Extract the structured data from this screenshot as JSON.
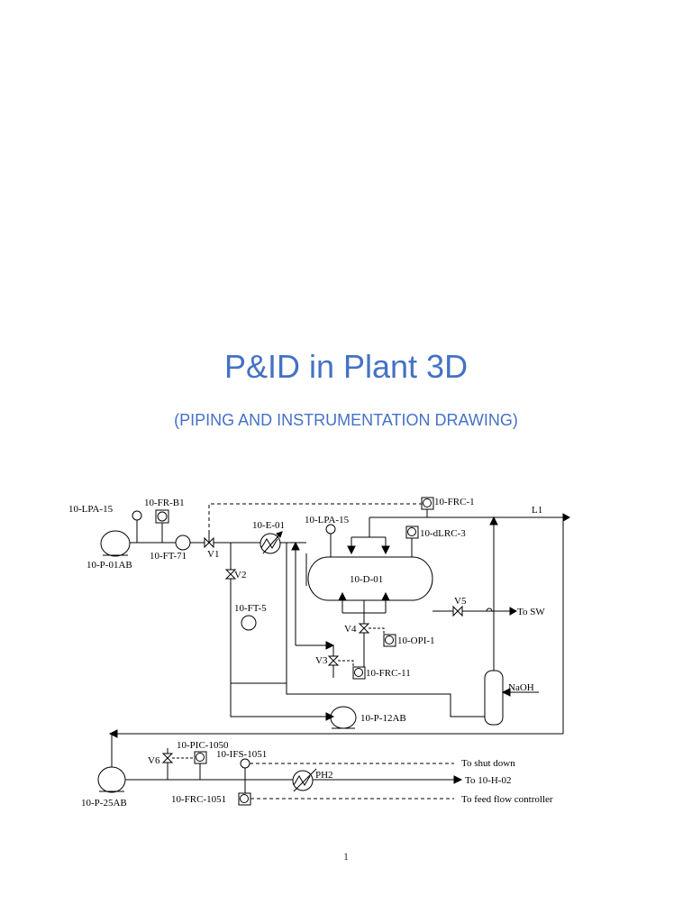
{
  "document": {
    "title": "P&ID in Plant 3D",
    "subtitle": "(PIPING AND INSTRUMENTATION DRAWING)",
    "page_number": "1"
  },
  "diagram": {
    "labels": {
      "lpa_15_left": "10-LPA-15",
      "fr_b1": "10-FR-B1",
      "frc_1": "10-FRC-1",
      "l1": "L1",
      "e_01": "10-E-01",
      "lpa_15_right": "10-LPA-15",
      "dlrc_3": "10-dLRC-3",
      "p_01ab": "10-P-01AB",
      "ft_71": "10-FT-71",
      "v1": "V1",
      "v2": "V2",
      "d_01": "10-D-01",
      "ft_5": "10-FT-5",
      "v5": "V5",
      "to_sw": "To SW",
      "v4": "V4",
      "opi_1": "10-OPI-1",
      "v3": "V3",
      "frc_11": "10-FRC-11",
      "naoh": "NaOH",
      "p_12ab": "10-P-12AB",
      "pic_1050": "10-PIC-1050",
      "v6": "V6",
      "ifs_1051": "10-IFS-1051",
      "to_shut_down": "To shut down",
      "ph2": "PH2",
      "to_h_02": "To 10-H-02",
      "p_25ab": "10-P-25AB",
      "frc_1051": "10-FRC-1051",
      "to_feed_flow": "To feed flow controller"
    }
  }
}
